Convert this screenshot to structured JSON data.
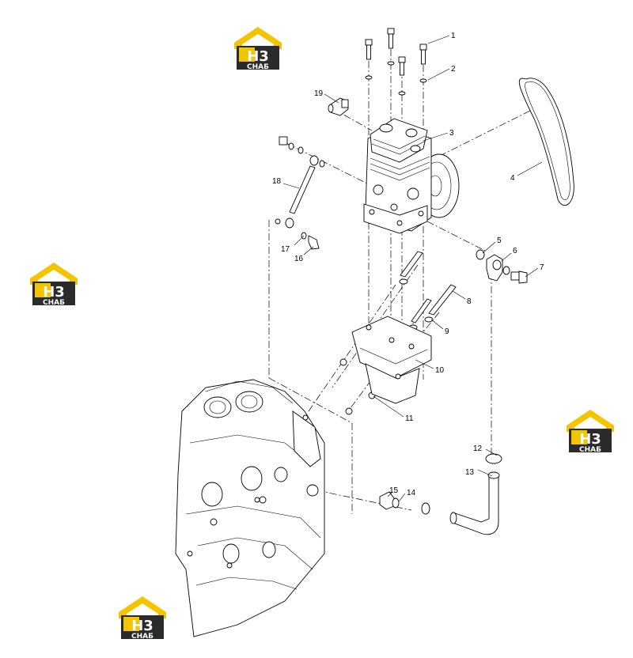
{
  "watermark": {
    "letters": "H3",
    "subtitle": "CHAБ",
    "colors": {
      "roof": "#f5c400",
      "dark": "#2b2b2b",
      "text": "#ffffff"
    }
  },
  "callouts": [
    {
      "id": "c1",
      "label": "1"
    },
    {
      "id": "c2",
      "label": "2"
    },
    {
      "id": "c3",
      "label": "3"
    },
    {
      "id": "c4",
      "label": "4"
    },
    {
      "id": "c5",
      "label": "5"
    },
    {
      "id": "c6",
      "label": "6"
    },
    {
      "id": "c7",
      "label": "7"
    },
    {
      "id": "c8",
      "label": "8"
    },
    {
      "id": "c9",
      "label": "9"
    },
    {
      "id": "c10",
      "label": "10"
    },
    {
      "id": "c11",
      "label": "11"
    },
    {
      "id": "c12",
      "label": "12"
    },
    {
      "id": "c13",
      "label": "13"
    },
    {
      "id": "c14",
      "label": "14"
    },
    {
      "id": "c15",
      "label": "15"
    },
    {
      "id": "c16",
      "label": "16"
    },
    {
      "id": "c17",
      "label": "17"
    },
    {
      "id": "c18",
      "label": "18"
    },
    {
      "id": "c19",
      "label": "19"
    }
  ]
}
